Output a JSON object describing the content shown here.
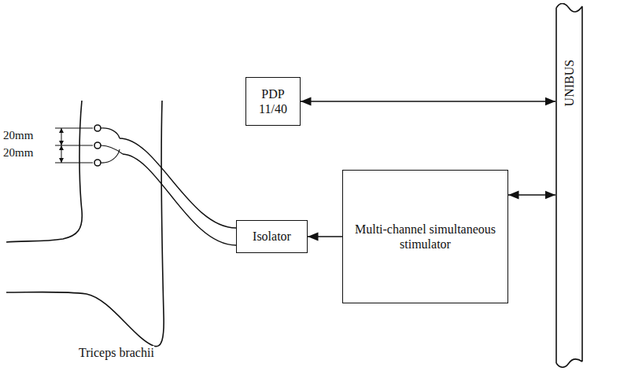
{
  "diagram": {
    "nodes": [
      {
        "text": [
          "PDP 11/40"
        ]
      },
      {
        "text": [
          "Isolator"
        ]
      },
      {
        "text": [
          "Multi-channel simultaneous stimulator"
        ]
      },
      {
        "text": [
          "UNIBUS"
        ]
      }
    ],
    "edges": [
      {
        "from": 0,
        "to": 3,
        "arrow": "both"
      },
      {
        "from": 2,
        "to": 1,
        "arrow": "to"
      },
      {
        "from": 2,
        "to": 3,
        "arrow": "both"
      }
    ],
    "labels": [
      "20mm",
      "20mm",
      "Triceps brachii"
    ]
  }
}
